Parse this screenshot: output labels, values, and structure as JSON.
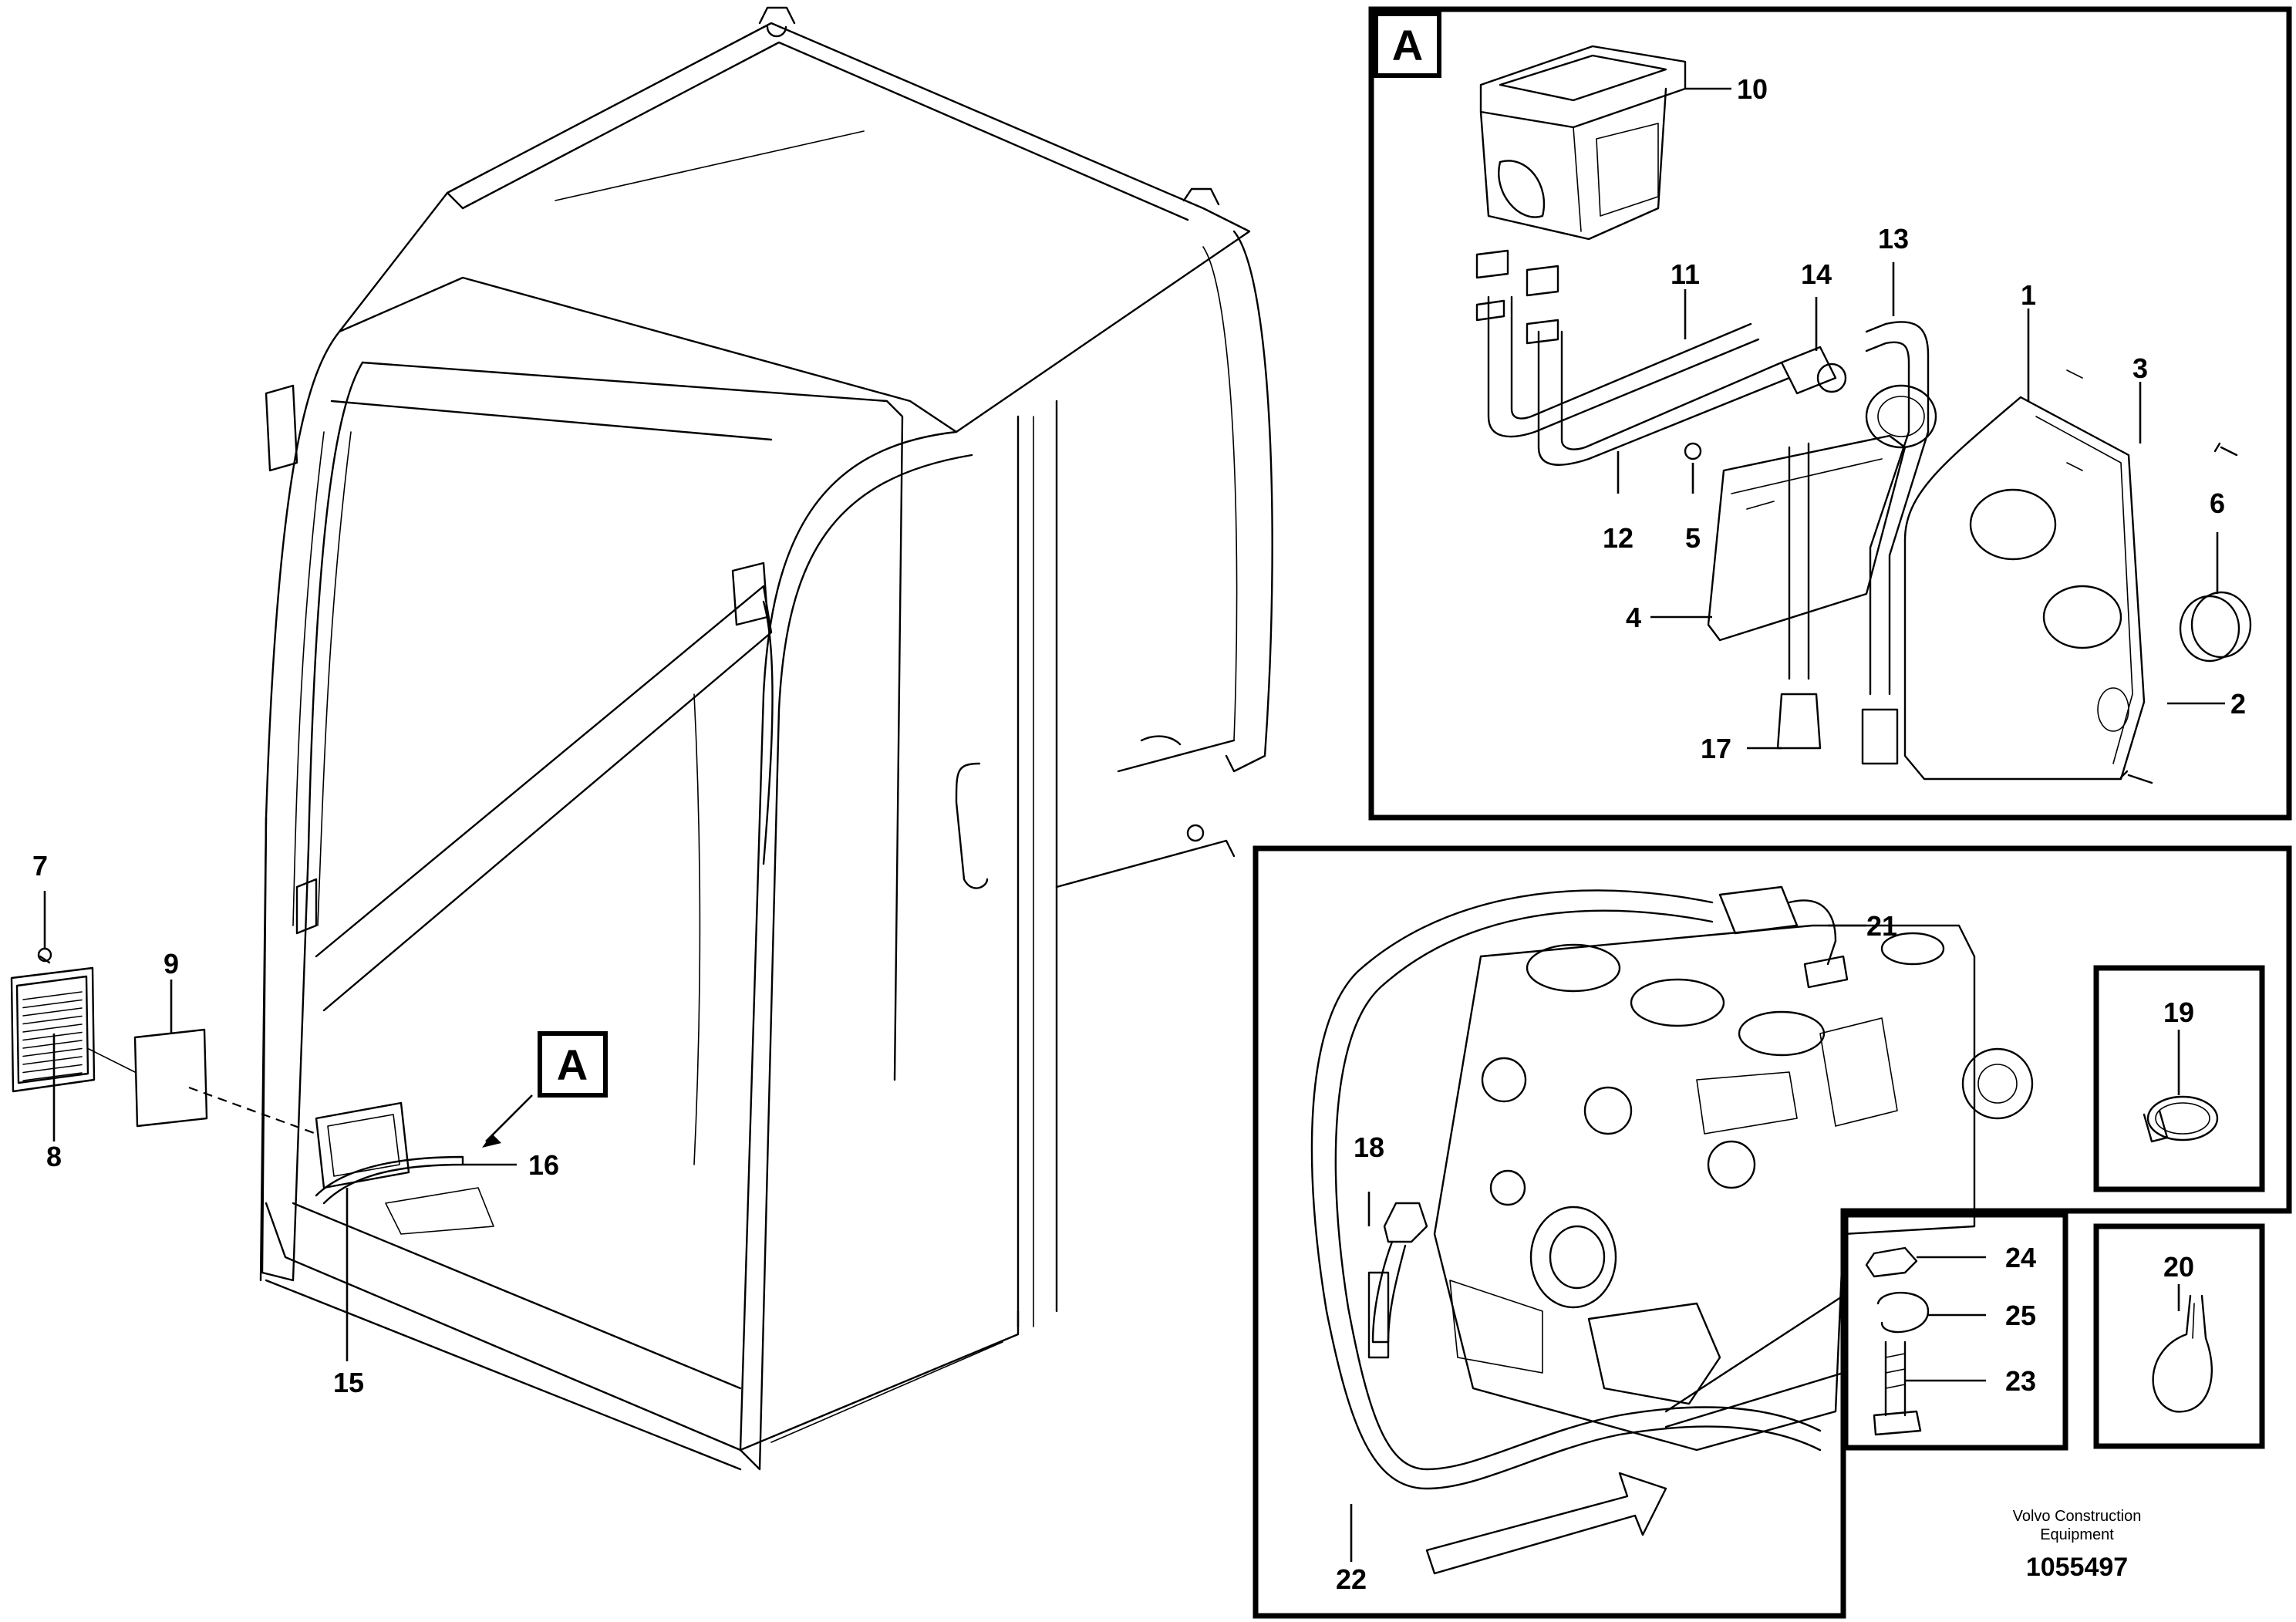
{
  "view_letter": "A",
  "callouts": {
    "c1": "1",
    "c2": "2",
    "c3": "3",
    "c4": "4",
    "c5": "5",
    "c6": "6",
    "c7": "7",
    "c8": "8",
    "c9": "9",
    "c10": "10",
    "c11": "11",
    "c12": "12",
    "c13": "13",
    "c14": "14",
    "c15": "15",
    "c16": "16",
    "c17": "17",
    "c18": "18",
    "c19": "19",
    "c20": "20",
    "c21": "21",
    "c22": "22",
    "c23": "23",
    "c24": "24",
    "c25": "25"
  },
  "footer": {
    "company_line1": "Volvo Construction",
    "company_line2": "Equipment",
    "document_number": "1055497"
  }
}
